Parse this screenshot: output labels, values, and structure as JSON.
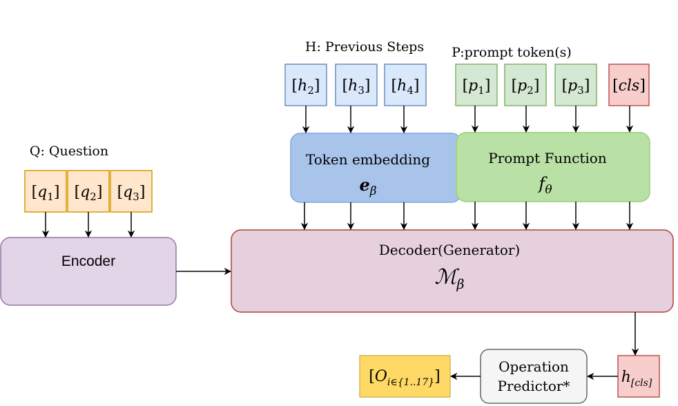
{
  "labels": {
    "question": "Q: Question",
    "previous_steps": "H: Previous Steps",
    "prompt_tokens": "P:prompt token(s)"
  },
  "question_tokens": [
    {
      "base": "q",
      "sub": "1"
    },
    {
      "base": "q",
      "sub": "2"
    },
    {
      "base": "q",
      "sub": "3"
    }
  ],
  "history_tokens": [
    {
      "base": "h",
      "sub": "2"
    },
    {
      "base": "h",
      "sub": "3"
    },
    {
      "base": "h",
      "sub": "4"
    }
  ],
  "prompt_tokens": [
    {
      "base": "p",
      "sub": "1"
    },
    {
      "base": "p",
      "sub": "2"
    },
    {
      "base": "p",
      "sub": "3"
    }
  ],
  "cls_token": "cls",
  "encoder": {
    "label": "Encoder"
  },
  "token_embedding": {
    "label": "Token embedding",
    "symbol": "e",
    "sub": "β"
  },
  "prompt_function": {
    "label": "Prompt Function",
    "symbol": "f",
    "sub": "θ"
  },
  "decoder": {
    "label": "Decoder(Generator)",
    "symbol": "ℳ",
    "sub": "β"
  },
  "h_cls": {
    "base": "h",
    "sub": "[cls]"
  },
  "operation_predictor": {
    "line1": "Operation",
    "line2": "Predictor*"
  },
  "output": {
    "base": "O",
    "sub": "i∈{1..17}"
  },
  "colors": {
    "question_fill": "#ffe6cc",
    "question_stroke": "#d79b00",
    "history_fill": "#dae8fc",
    "history_stroke": "#6c8ebf",
    "embedding_fill": "#a9c4eb",
    "embedding_stroke": "#7ea6e0",
    "prompt_fill": "#d5e8d4",
    "prompt_stroke": "#82b366",
    "promptfn_fill": "#b9e0a5",
    "promptfn_stroke": "#97d077",
    "cls_fill": "#f8cecc",
    "cls_stroke": "#b85450",
    "encoder_fill": "#e1d5e7",
    "encoder_stroke": "#9673a6",
    "decoder_fill": "#e6d0de",
    "decoder_stroke": "#ae4132",
    "predictor_fill": "#f5f5f5",
    "predictor_stroke": "#666666",
    "output_fill": "#ffd966",
    "output_stroke": "#d6b656"
  }
}
